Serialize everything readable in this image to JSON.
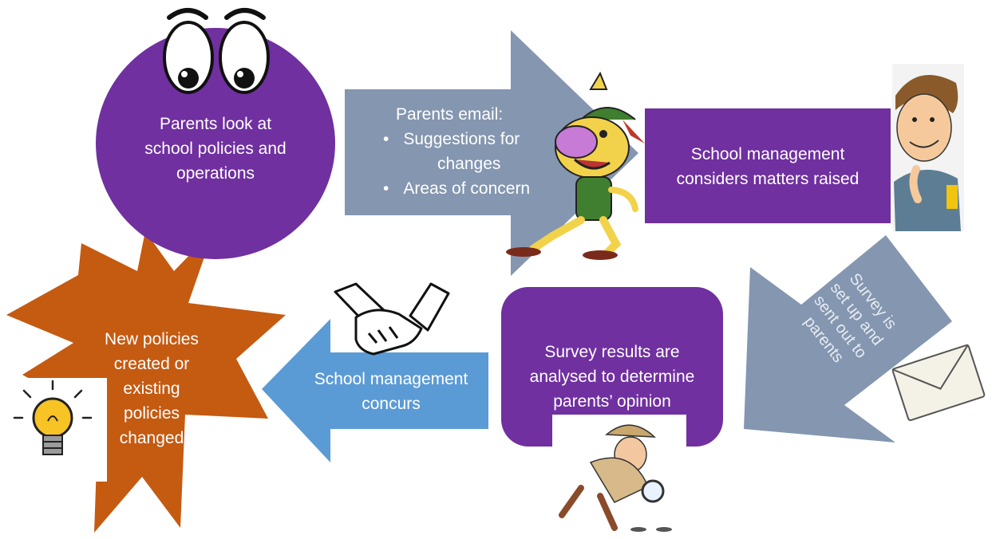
{
  "nodes": {
    "parents_look": {
      "lines": [
        "Parents look at",
        "school policies and",
        "operations"
      ]
    },
    "parents_email": {
      "heading": "Parents email:",
      "bullets": [
        {
          "lines": [
            "Suggestions for",
            "changes"
          ]
        },
        {
          "lines": [
            "Areas of concern"
          ]
        }
      ]
    },
    "management_considers": {
      "lines": [
        "School management",
        "considers matters raised"
      ]
    },
    "survey_sent": {
      "lines": [
        "Survey is",
        "set up and",
        "sent out to",
        "parents"
      ]
    },
    "survey_results": {
      "lines": [
        "Survey results are",
        "analysed to determine",
        "parents’ opinion"
      ]
    },
    "management_concurs": {
      "lines": [
        "School management",
        "concurs"
      ]
    },
    "new_policies": {
      "lines": [
        "New policies",
        "created or",
        "existing",
        "policies",
        "changed"
      ]
    }
  },
  "colors": {
    "purple": "#7030a0",
    "grey_blue": "#8496b0",
    "blue": "#5b9bd5",
    "orange": "#c55a11",
    "white_text": "#ffffff"
  },
  "icons": [
    "cartoon-eyes-icon",
    "cartoon-cat-icon",
    "thinking-boy-icon",
    "envelope-icon",
    "detective-icon",
    "handshake-icon",
    "lightbulb-icon"
  ]
}
